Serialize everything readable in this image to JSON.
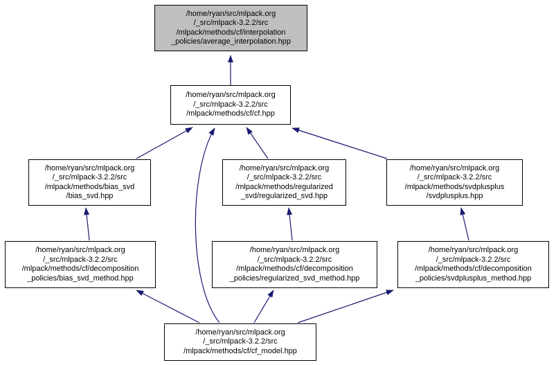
{
  "diagram": {
    "kind": "include-dependency-graph",
    "edge_color": "#191970",
    "root_fill_color": "#bfbfbf",
    "node_border_color": "#000000",
    "nodes": [
      {
        "id": "average_interpolation",
        "label": "/home/ryan/src/mlpack.org\n/_src/mlpack-3.2.2/src\n/mlpack/methods/cf/interpolation\n_policies/average_interpolation.hpp",
        "root": true
      },
      {
        "id": "cf",
        "label": "/home/ryan/src/mlpack.org\n/_src/mlpack-3.2.2/src\n/mlpack/methods/cf/cf.hpp",
        "root": false
      },
      {
        "id": "bias_svd",
        "label": "/home/ryan/src/mlpack.org\n/_src/mlpack-3.2.2/src\n/mlpack/methods/bias_svd\n/bias_svd.hpp",
        "root": false
      },
      {
        "id": "regularized_svd",
        "label": "/home/ryan/src/mlpack.org\n/_src/mlpack-3.2.2/src\n/mlpack/methods/regularized\n_svd/regularized_svd.hpp",
        "root": false
      },
      {
        "id": "svdplusplus",
        "label": "/home/ryan/src/mlpack.org\n/_src/mlpack-3.2.2/src\n/mlpack/methods/svdplusplus\n/svdplusplus.hpp",
        "root": false
      },
      {
        "id": "bias_svd_method",
        "label": "/home/ryan/src/mlpack.org\n/_src/mlpack-3.2.2/src\n/mlpack/methods/cf/decomposition\n_policies/bias_svd_method.hpp",
        "root": false
      },
      {
        "id": "regularized_svd_method",
        "label": "/home/ryan/src/mlpack.org\n/_src/mlpack-3.2.2/src\n/mlpack/methods/cf/decomposition\n_policies/regularized_svd_method.hpp",
        "root": false
      },
      {
        "id": "svdplusplus_method",
        "label": "/home/ryan/src/mlpack.org\n/_src/mlpack-3.2.2/src\n/mlpack/methods/cf/decomposition\n_policies/svdplusplus_method.hpp",
        "root": false
      },
      {
        "id": "cf_model",
        "label": "/home/ryan/src/mlpack.org\n/_src/mlpack-3.2.2/src\n/mlpack/methods/cf/cf_model.hpp",
        "root": false
      }
    ],
    "edges": [
      {
        "from": "cf",
        "to": "average_interpolation"
      },
      {
        "from": "bias_svd",
        "to": "cf"
      },
      {
        "from": "regularized_svd",
        "to": "cf"
      },
      {
        "from": "svdplusplus",
        "to": "cf"
      },
      {
        "from": "cf_model",
        "to": "cf"
      },
      {
        "from": "bias_svd_method",
        "to": "bias_svd"
      },
      {
        "from": "regularized_svd_method",
        "to": "regularized_svd"
      },
      {
        "from": "svdplusplus_method",
        "to": "svdplusplus"
      },
      {
        "from": "cf_model",
        "to": "bias_svd_method"
      },
      {
        "from": "cf_model",
        "to": "regularized_svd_method"
      },
      {
        "from": "cf_model",
        "to": "svdplusplus_method"
      }
    ]
  }
}
